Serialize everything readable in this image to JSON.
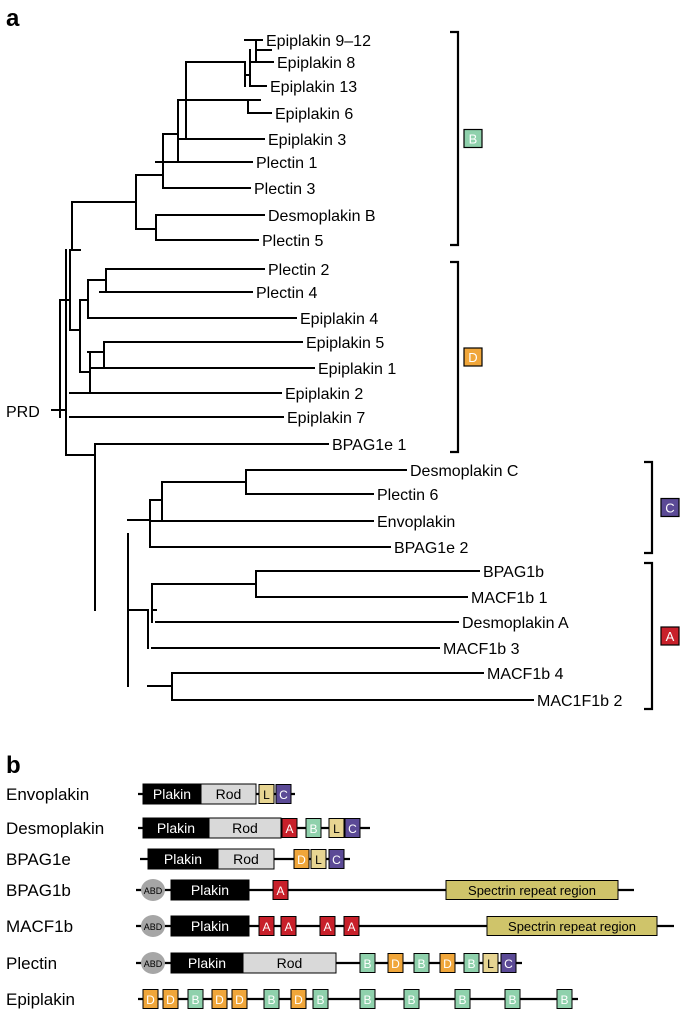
{
  "panel_a_label": "a",
  "panel_b_label": "b",
  "root_label": "PRD",
  "colors": {
    "B": "#8fd1ac",
    "D": "#f0a63a",
    "C": "#5b4a96",
    "A": "#c8202a",
    "L": "#e7d592",
    "spectrin": "#cfc46a",
    "rod": "#d9d9d9",
    "plakin": "#000000",
    "abd": "#a6a6a6"
  },
  "leaves": [
    "Epiplakin 9–12",
    "Epiplakin 8",
    "Epiplakin 13",
    "Epiplakin 6",
    "Epiplakin 3",
    "Plectin 1",
    "Plectin 3",
    "Desmoplakin B",
    "Plectin 5",
    "Plectin 2",
    "Plectin 4",
    "Epiplakin 4",
    "Epiplakin 5",
    "Epiplakin 1",
    "Epiplakin 2",
    "Epiplakin 7",
    "BPAG1e 1",
    "Desmoplakin C",
    "Plectin 6",
    "Envoplakin",
    "BPAG1e 2",
    "BPAG1b",
    "MACF1b 1",
    "Desmoplakin A",
    "MACF1b 3",
    "MACF1b 4",
    "MAC1F1b 2"
  ],
  "clades": [
    "B",
    "D",
    "C",
    "A"
  ],
  "domain_labels": {
    "plakin": "Plakin",
    "rod": "Rod",
    "abd": "ABD",
    "spectrin": "Spectrin repeat region"
  },
  "proteins": [
    "Envoplakin",
    "Desmoplakin",
    "BPAG1e",
    "BPAG1b",
    "MACF1b",
    "Plectin",
    "Epiplakin"
  ]
}
